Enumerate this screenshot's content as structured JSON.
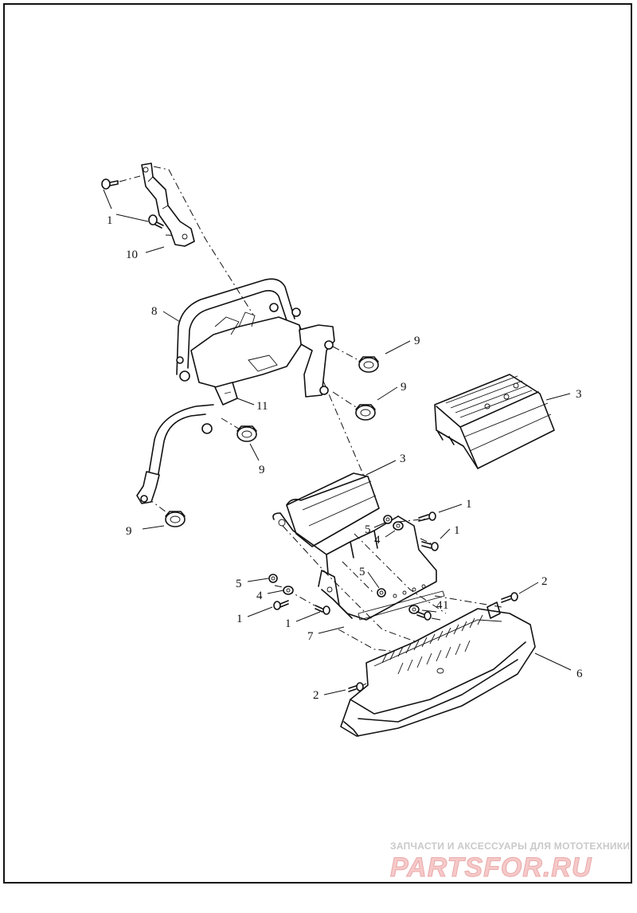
{
  "callouts": {
    "c1_top": "1",
    "c10": "10",
    "c8": "8",
    "c9_a": "9",
    "c9_b": "9",
    "c11": "11",
    "c9_c": "9",
    "c9_d": "9",
    "c3_right": "3",
    "c3_mid": "3",
    "c1_r1": "1",
    "c1_r2": "1",
    "c5_mid": "5",
    "c4_mid": "4",
    "c5_left": "5",
    "c4_left": "4",
    "c1_left": "1",
    "c1_left2": "1",
    "c5_low": "5",
    "c4_low": "4",
    "c1_low": "1",
    "c7": "7",
    "c2_right": "2",
    "c6": "6",
    "c2_left": "2"
  },
  "watermark": {
    "tagline": "ЗАПЧАСТИ И АКСЕССУАРЫ ДЛЯ МОТОТЕХНИКИ",
    "brand": "PARTSFOR.RU"
  },
  "colors": {
    "line": "#111111",
    "watermark_text": "#c9c9c9",
    "watermark_logo": "#f6c9c9"
  }
}
